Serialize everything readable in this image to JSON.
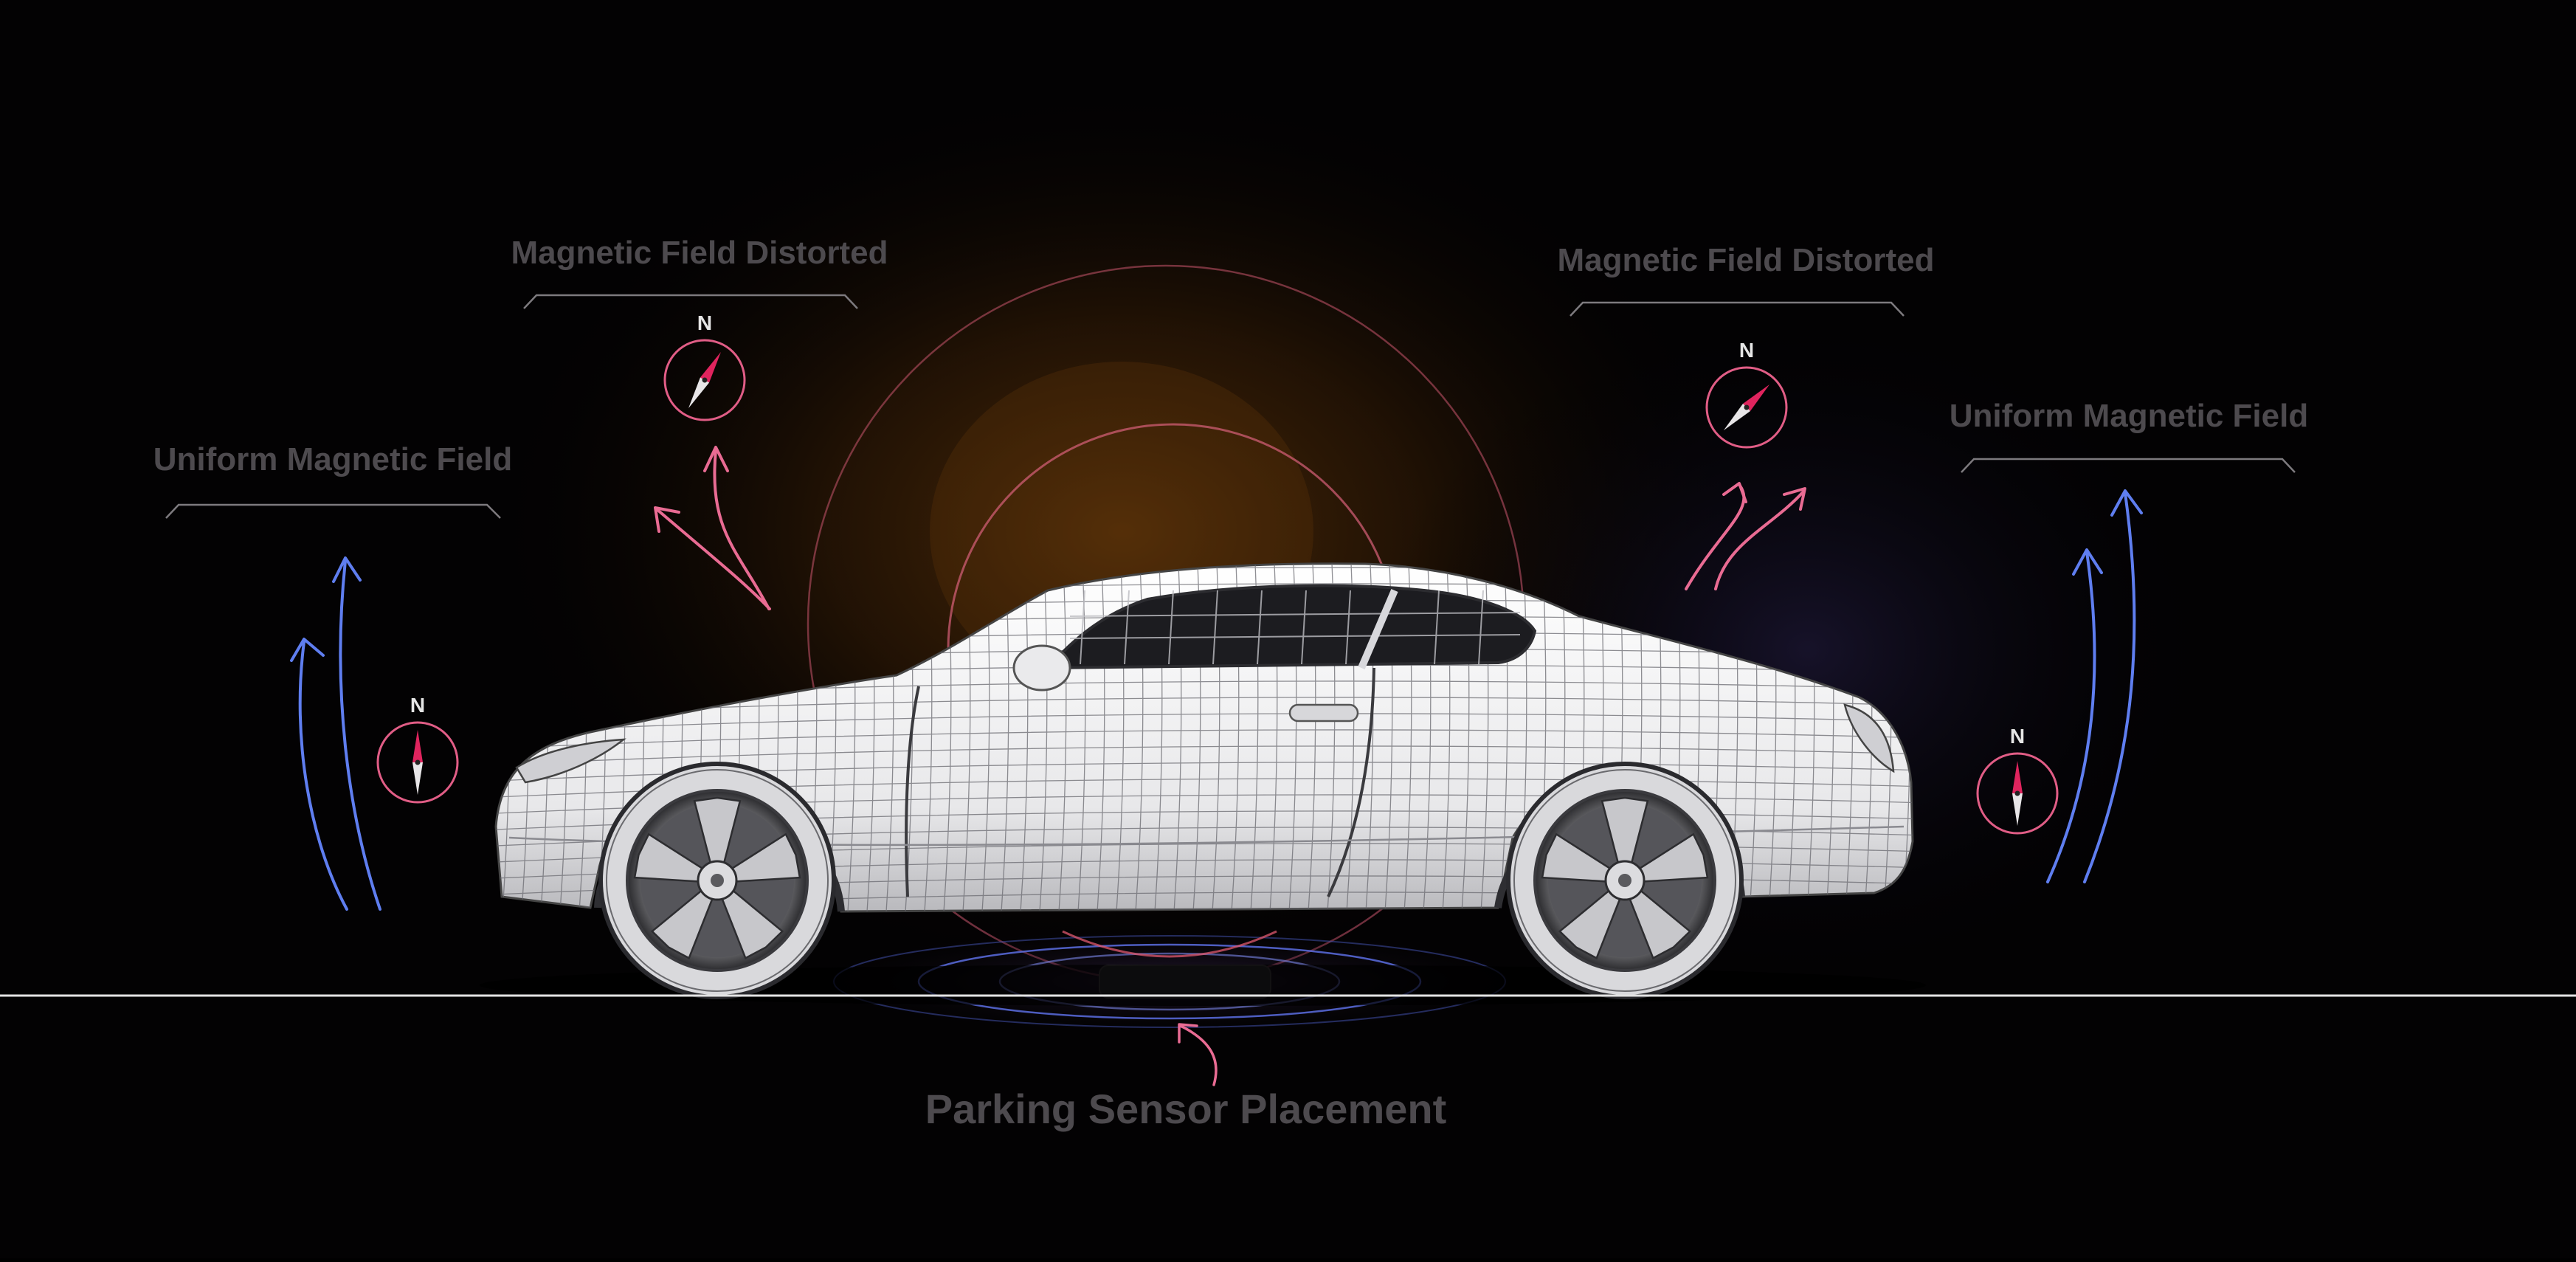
{
  "labels": {
    "left_uniform": "Uniform Magnetic Field",
    "left_distorted": "Magnetic Field Distorted",
    "right_distorted": "Magnetic Field Distorted",
    "right_uniform": "Uniform Magnetic Field",
    "sensor": "Parking Sensor Placement"
  },
  "compass": {
    "north": "N",
    "headings_deg": [
      0,
      30,
      45,
      0
    ]
  },
  "colors": {
    "background": "#030203",
    "label_text": "#4d4a4e",
    "bracket": "#7d7a7e",
    "compass_ring": "#e15d86",
    "needle_north": "#e0245e",
    "needle_south": "#e8e6e8",
    "distorted_arrow": "#e96b93",
    "uniform_arrow": "#5f7ef0",
    "ground_line": "#e4e4e4",
    "warm_glow": "#5a3208",
    "cool_glow": "#1a1530"
  }
}
